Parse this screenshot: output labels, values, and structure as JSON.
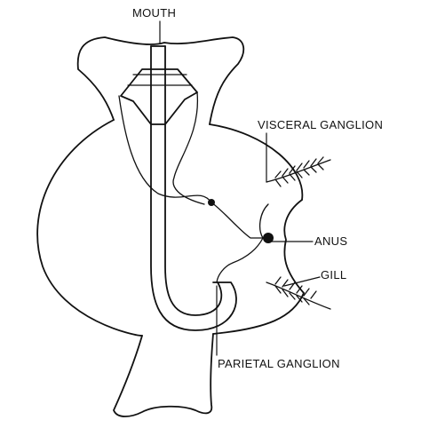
{
  "labels": {
    "mouth": "MOUTH",
    "visceral_ganglion": "VISCERAL GANGLION",
    "anus": "ANUS",
    "gill": "GILL",
    "parietal_ganglion": "PARIETAL GANGLION"
  },
  "colors": {
    "ink": "#111111",
    "background": "#ffffff"
  }
}
